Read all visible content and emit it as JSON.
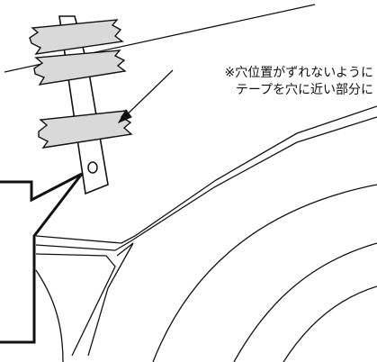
{
  "annotation": {
    "line1": "※穴位置がずれないように",
    "line2": "テープを穴に近い部分に"
  },
  "colors": {
    "ink": "#111111",
    "tape_fill": "#d9d9d9",
    "background": "#ffffff"
  },
  "icons": {
    "hole": "circle",
    "tape": "torn-tape-strip"
  }
}
